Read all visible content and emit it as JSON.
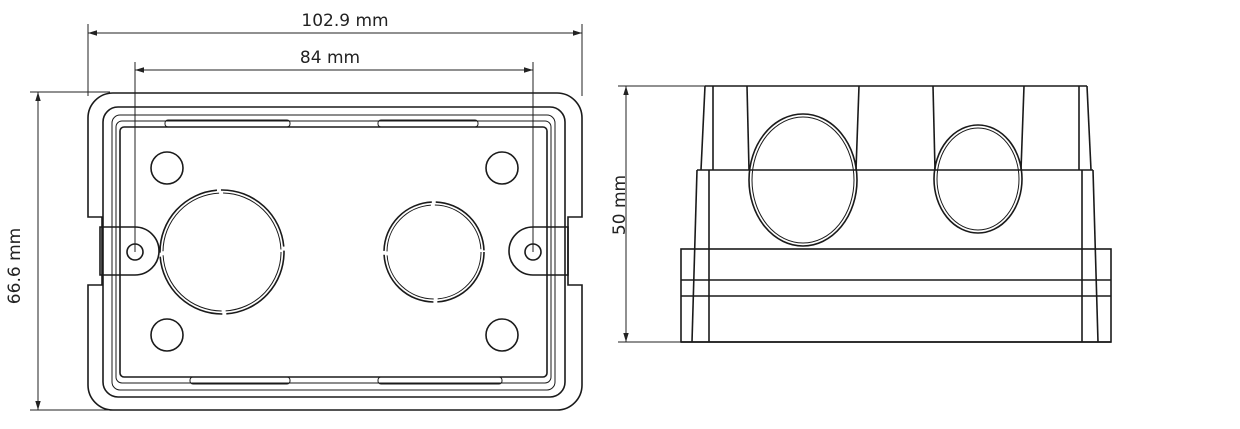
{
  "front_view": {
    "width_overall": "102.9 mm",
    "mounting_spacing": "84 mm",
    "height_overall": "66.6 mm"
  },
  "side_view": {
    "depth": "50 mm"
  },
  "colors": {
    "line": "#1a1a1a",
    "background": "#ffffff"
  }
}
